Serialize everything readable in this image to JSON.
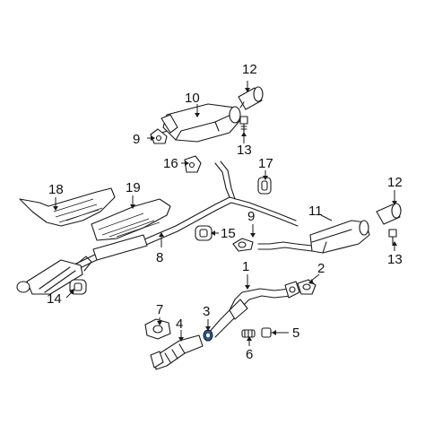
{
  "colors": {
    "line": "#1a1a1a",
    "background": "#ffffff",
    "highlight_part": "#1e5fb8"
  },
  "callouts": {
    "c1": "1",
    "c2": "2",
    "c3": "3",
    "c4": "4",
    "c5": "5",
    "c6": "6",
    "c7": "7",
    "c8": "8",
    "c9a": "9",
    "c9b": "9",
    "c10": "10",
    "c11": "11",
    "c12a": "12",
    "c12b": "12",
    "c13a": "13",
    "c13b": "13",
    "c14": "14",
    "c15": "15",
    "c16": "16",
    "c17": "17",
    "c18": "18",
    "c19": "19"
  }
}
